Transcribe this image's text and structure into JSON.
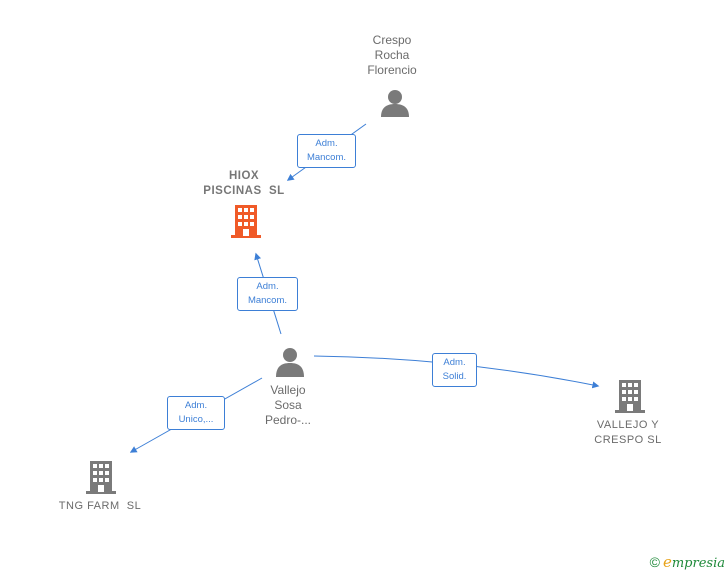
{
  "colors": {
    "edge": "#3d7fd6",
    "company": "#7a7a7a",
    "company_main": "#f05a28",
    "person": "#7a7a7a"
  },
  "nodes": {
    "crespo": {
      "lines": [
        "Crespo",
        "Rocha",
        "Florencio"
      ],
      "icon": "person-icon"
    },
    "hiox": {
      "lines": [
        "HIOX",
        "PISCINAS  SL"
      ],
      "icon": "building-icon"
    },
    "vallejo_p": {
      "lines": [
        "Vallejo",
        "Sosa",
        "Pedro-..."
      ],
      "icon": "person-icon"
    },
    "vallejo_c": {
      "lines": [
        "VALLEJO Y",
        "CRESPO SL"
      ],
      "icon": "building-icon"
    },
    "tng": {
      "lines": [
        "TNG FARM  SL"
      ],
      "icon": "building-icon"
    }
  },
  "edges": [
    {
      "lines": [
        "Adm.",
        "Mancom."
      ]
    },
    {
      "lines": [
        "Adm.",
        "Mancom."
      ]
    },
    {
      "lines": [
        "Adm.",
        "Solid."
      ]
    },
    {
      "lines": [
        "Adm.",
        "Unico,..."
      ]
    }
  ],
  "brand": {
    "copyright": "©",
    "initial": "e",
    "name": "mpresia"
  }
}
